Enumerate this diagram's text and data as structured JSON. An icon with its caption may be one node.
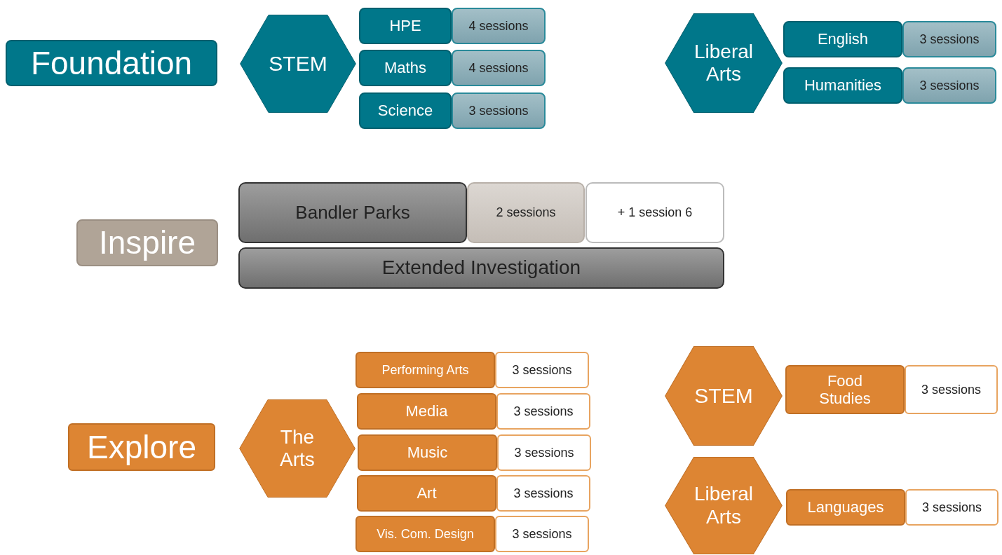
{
  "diagram": {
    "nodes": [
      {
        "text": [
          "Foundation"
        ]
      },
      {
        "text": [
          "STEM"
        ]
      },
      {
        "text": [
          "HPE"
        ]
      },
      {
        "text": [
          "4 sessions"
        ]
      },
      {
        "text": [
          "Maths"
        ]
      },
      {
        "text": [
          "4 sessions"
        ]
      },
      {
        "text": [
          "Science"
        ]
      },
      {
        "text": [
          "3 sessions"
        ]
      },
      {
        "text": [
          "Liberal Arts"
        ]
      },
      {
        "text": [
          "English"
        ]
      },
      {
        "text": [
          "3 sessions"
        ]
      },
      {
        "text": [
          "Humanities"
        ]
      },
      {
        "text": [
          "3 sessions"
        ]
      },
      {
        "text": [
          "Inspire"
        ]
      },
      {
        "text": [
          "Bandler Parks"
        ]
      },
      {
        "text": [
          "2 sessions"
        ]
      },
      {
        "text": [
          "+ 1 session 6"
        ]
      },
      {
        "text": [
          "Extended Investigation"
        ]
      },
      {
        "text": [
          "Explore"
        ]
      },
      {
        "text": [
          "The Arts"
        ]
      },
      {
        "text": [
          "Performing Arts"
        ]
      },
      {
        "text": [
          "3 sessions"
        ]
      },
      {
        "text": [
          "Media"
        ]
      },
      {
        "text": [
          "3 sessions"
        ]
      },
      {
        "text": [
          "Music"
        ]
      },
      {
        "text": [
          "3 sessions"
        ]
      },
      {
        "text": [
          "Art"
        ]
      },
      {
        "text": [
          "3 sessions"
        ]
      },
      {
        "text": [
          "Vis. Com. Design"
        ]
      },
      {
        "text": [
          "3 sessions"
        ]
      },
      {
        "text": [
          "STEM"
        ]
      },
      {
        "text": [
          "Food Studies"
        ]
      },
      {
        "text": [
          "3 sessions"
        ]
      },
      {
        "text": [
          "Liberal Arts"
        ]
      },
      {
        "text": [
          "Languages"
        ]
      },
      {
        "text": [
          "3 sessions"
        ]
      }
    ],
    "edges": []
  }
}
